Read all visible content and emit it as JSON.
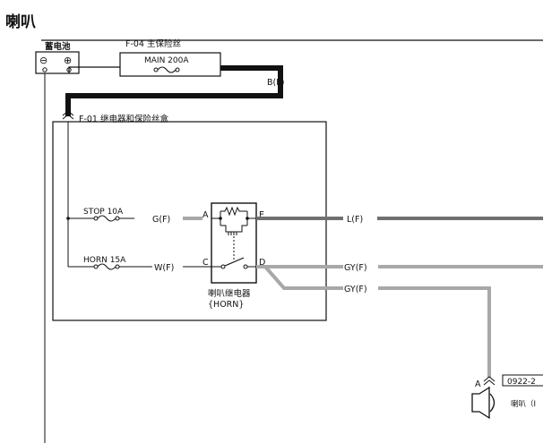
{
  "title": "喇叭",
  "battery": {
    "label": "蓄电池",
    "neg": "⊖",
    "pos": "⊕"
  },
  "main_fuse": {
    "code": "F-04 主保险丝",
    "label": "MAIN 200A"
  },
  "wire_bf": "B(F)",
  "relay_box": {
    "label": "F-01 继电器和保险丝盒"
  },
  "stop_fuse": {
    "label": "STOP 10A",
    "wire": "G(F)"
  },
  "horn_fuse": {
    "label": "HORN 15A",
    "wire": "W(F)"
  },
  "relay": {
    "pin_a": "A",
    "pin_e": "E",
    "pin_c": "C",
    "pin_d": "D",
    "name": "喇叭继电器",
    "name2": "{HORN}"
  },
  "wires": {
    "l": "L(F)",
    "gy1": "GY(F)",
    "gy2": "GY(F)"
  },
  "horn": {
    "pin": "A",
    "connector": "0922-2",
    "label": "喇叭（I"
  },
  "colors": {
    "black": "#111111",
    "gray": "#a8a8a8",
    "darkgray": "#707070"
  }
}
